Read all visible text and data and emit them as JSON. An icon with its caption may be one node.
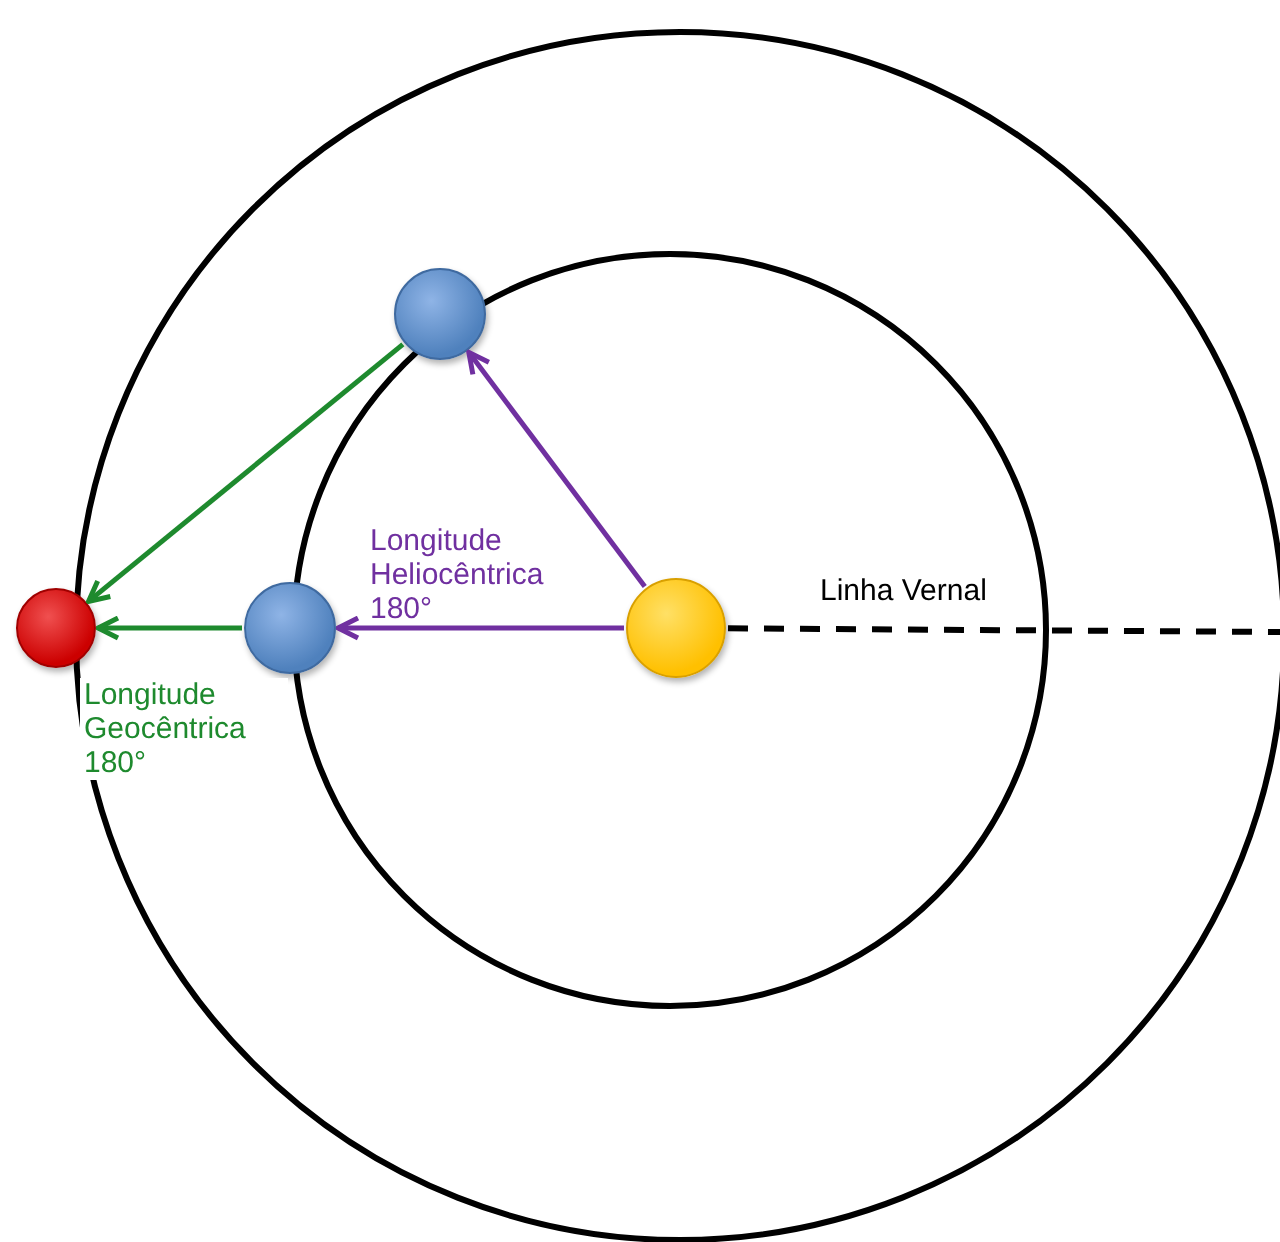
{
  "diagram": {
    "nodes": [
      {
        "text": [],
        "shape": "circle"
      },
      {
        "text": [],
        "shape": "circle"
      },
      {
        "text": [],
        "shape": "circle"
      },
      {
        "text": [],
        "shape": "circle"
      }
    ],
    "edges": [
      {
        "from": 3,
        "to": 0,
        "arrow": "to",
        "color": "#7030a0"
      },
      {
        "from": 3,
        "to": 2,
        "arrow": "to",
        "color": "#7030a0",
        "label": "Longitude Heliocêntrica 180°"
      },
      {
        "from": 0,
        "to": 1,
        "arrow": "to",
        "color": "#1e8a2e"
      },
      {
        "from": 2,
        "to": 1,
        "arrow": "to",
        "color": "#1e8a2e"
      },
      {
        "from": 3,
        "to": null,
        "arrow": "none",
        "style": "dashed",
        "color": "#000000",
        "label": "Linha Vernal"
      }
    ],
    "labels": [
      "Longitude Geocêntrica 180°"
    ]
  }
}
